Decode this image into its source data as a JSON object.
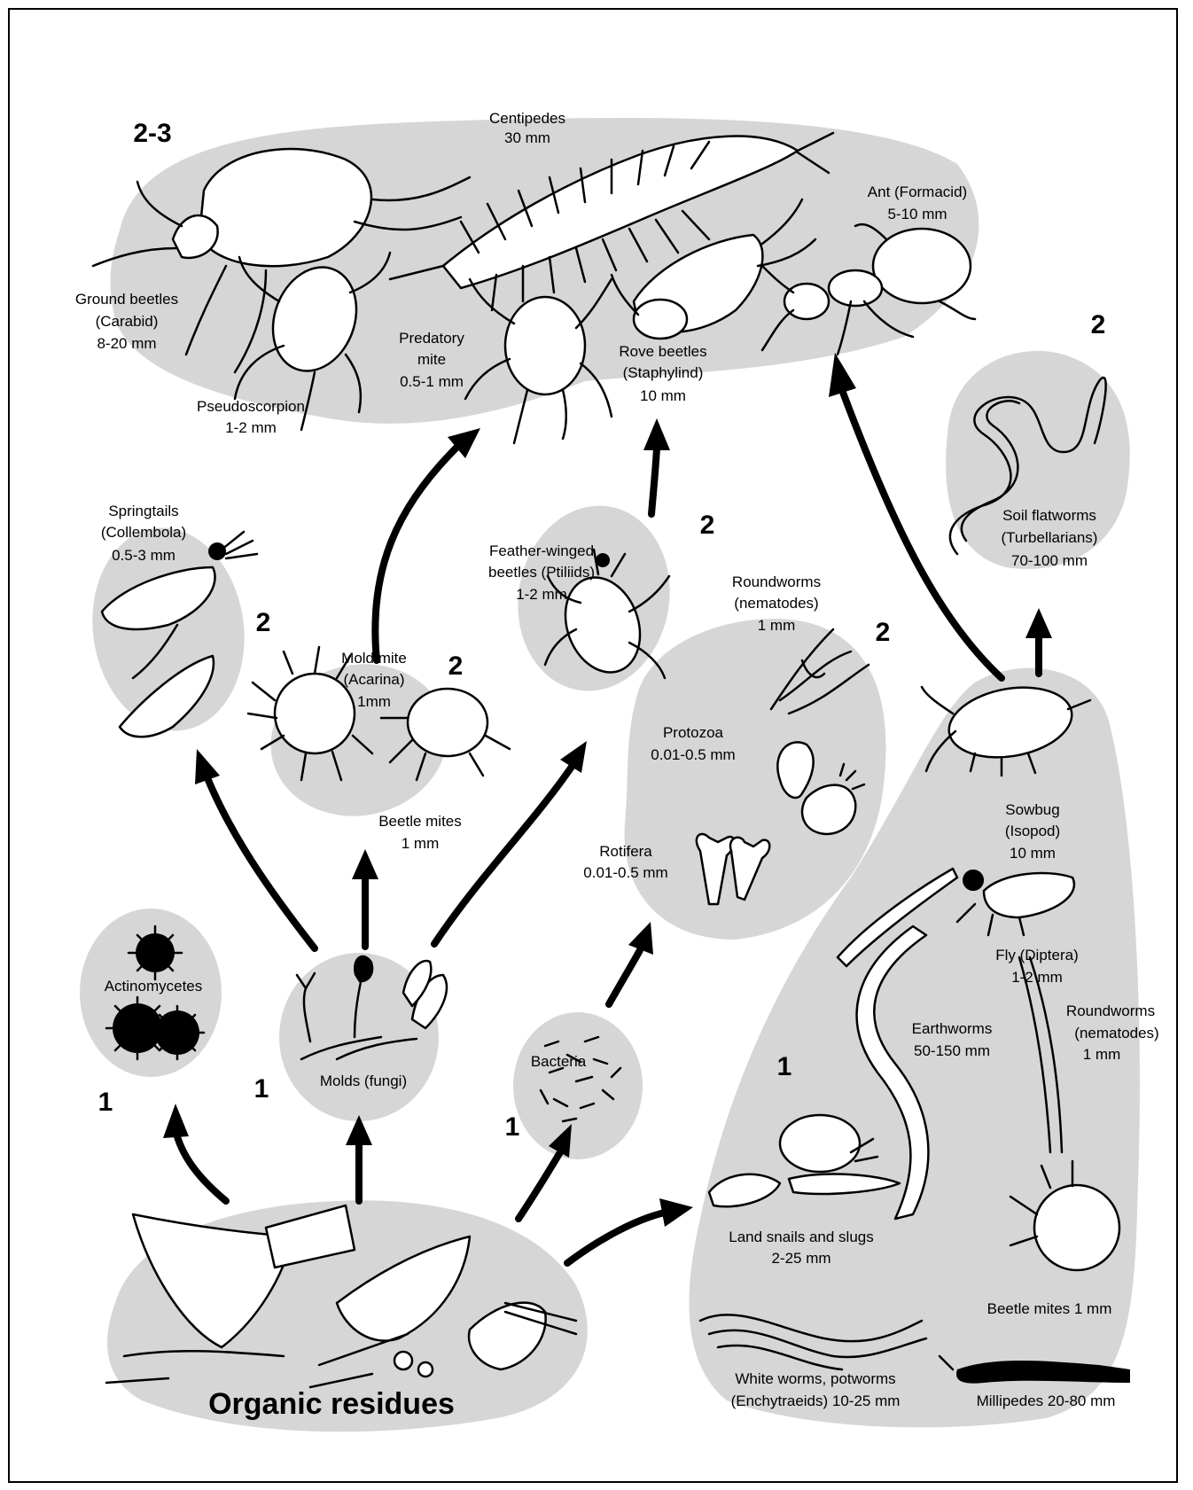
{
  "colors": {
    "background": "#ffffff",
    "blob": "#d6d6d6",
    "ink": "#000000"
  },
  "groups": {
    "predators": {
      "level": "2-3",
      "centipedes": [
        "Centipedes",
        "30 mm"
      ],
      "ant": [
        "Ant (Formacid)",
        "5-10 mm"
      ],
      "ground_beetles": [
        "Ground beetles",
        "(Carabid)",
        "8-20 mm"
      ],
      "predatory_mite": [
        "Predatory",
        "mite",
        "0.5-1 mm"
      ],
      "rove_beetles": [
        "Rove beetles",
        "(Staphylind)",
        "10 mm"
      ],
      "pseudoscorpion": [
        "Pseudoscorpion",
        "1-2 mm"
      ]
    },
    "flatworms": {
      "level": "2",
      "label": [
        "Soil flatworms",
        "(Turbellarians)",
        "70-100 mm"
      ]
    },
    "springtails": {
      "level": "2",
      "label": [
        "Springtails",
        "(Collembola)",
        "0.5-3 mm"
      ]
    },
    "feather_winged": {
      "level": "2",
      "label": [
        "Feather-winged",
        "beetles (Ptiliids)",
        "1-2 mm"
      ]
    },
    "mites": {
      "level": "2",
      "mold_mite": [
        "Mold mite",
        "(Acarina)",
        "1mm"
      ],
      "beetle_mites": [
        "Beetle mites",
        "1 mm"
      ]
    },
    "micro": {
      "level": "2",
      "roundworms": [
        "Roundworms",
        "(nematodes)",
        "1 mm"
      ],
      "protozoa": [
        "Protozoa",
        "0.01-0.5 mm"
      ],
      "rotifera": [
        "Rotifera",
        "0.01-0.5 mm"
      ]
    },
    "actinomycetes": {
      "level": "1",
      "label": "Actinomycetes"
    },
    "molds": {
      "level": "1",
      "label": "Molds (fungi)"
    },
    "bacteria": {
      "level": "1",
      "label": "Bacteria"
    },
    "shredders": {
      "level": "1",
      "sowbug": [
        "Sowbug",
        "(Isopod)",
        "10 mm"
      ],
      "fly": [
        "Fly (Diptera)",
        "1-2 mm"
      ],
      "earthworms": [
        "Earthworms",
        "50-150 mm"
      ],
      "roundworms": [
        "Roundworms",
        "(nematodes)",
        "1 mm"
      ],
      "snails": [
        "Land snails and slugs",
        "2-25 mm"
      ],
      "beetle_mites": "Beetle mites 1 mm",
      "white_worms": [
        "White worms, potworms",
        "(Enchytraeids) 10-25 mm"
      ],
      "millipedes": "Millipedes 20-80 mm"
    },
    "residues": {
      "label": "Organic residues"
    }
  },
  "icons": [
    "centipede-icon",
    "ground-beetle-icon",
    "ant-icon",
    "rove-beetle-icon",
    "predatory-mite-icon",
    "pseudoscorpion-icon",
    "flatworm-icon",
    "springtail-icon",
    "ptiliid-icon",
    "mold-mite-icon",
    "beetle-mite-icon",
    "nematode-icon",
    "protozoa-icon",
    "rotifer-icon",
    "actinomycete-icon",
    "mold-icon",
    "bacteria-icon",
    "sowbug-icon",
    "fly-icon",
    "earthworm-icon",
    "snail-icon",
    "slug-icon",
    "millipede-icon",
    "enchytraeid-icon",
    "leaf-litter-icon"
  ]
}
